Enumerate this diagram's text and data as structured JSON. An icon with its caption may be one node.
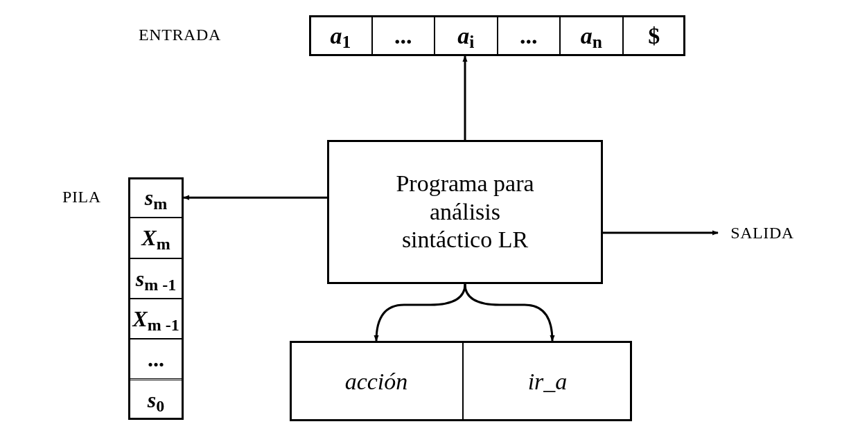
{
  "diagram": {
    "nodes": [
      {
        "text": [],
        "shape": "box"
      },
      {
        "text": [
          "*a*$_{1}$"
        ],
        "in": 0
      },
      {
        "text": [
          "..."
        ],
        "in": 0
      },
      {
        "text": [
          "*a*$_{i}$"
        ],
        "in": 0
      },
      {
        "text": [
          "..."
        ],
        "in": 0
      },
      {
        "text": [
          "*a*$_{n}$"
        ],
        "in": 0
      },
      {
        "text": [
          "$"
        ],
        "in": 0
      },
      {
        "text": [],
        "shape": "box",
        "beside": [
          "PILA"
        ]
      },
      {
        "text": [
          "*s*$_{m}$"
        ],
        "in": 7
      },
      {
        "text": [
          "*X*$_{m}$"
        ],
        "in": 7
      },
      {
        "text": [
          "*s*$_{m -1}$"
        ],
        "in": 7
      },
      {
        "text": [
          "*X*$_{m -1}$"
        ],
        "in": 7
      },
      {
        "text": [
          "..."
        ],
        "in": 7
      },
      {
        "text": [
          "*s*$_{0}$"
        ],
        "in": 7
      },
      {
        "text": [
          "Programa para análisis sintáctico LR"
        ]
      },
      {
        "text": [
          "SALIDA"
        ]
      },
      {
        "text": [],
        "shape": "box"
      },
      {
        "text": [
          "acción"
        ],
        "in": 16
      },
      {
        "text": [
          "ir_a"
        ],
        "in": 16
      }
    ],
    "edges": [
      {
        "from": 14,
        "to": 3,
        "arrow": "to"
      },
      {
        "from": 14,
        "to": 8,
        "arrow": "to"
      },
      {
        "from": 14,
        "to": 15,
        "arrow": "to"
      },
      {
        "from": 14,
        "to": 17,
        "arrow": "to"
      },
      {
        "from": 14,
        "to": 18,
        "arrow": "to"
      }
    ],
    "labels": [
      "ENTRADA"
    ]
  }
}
